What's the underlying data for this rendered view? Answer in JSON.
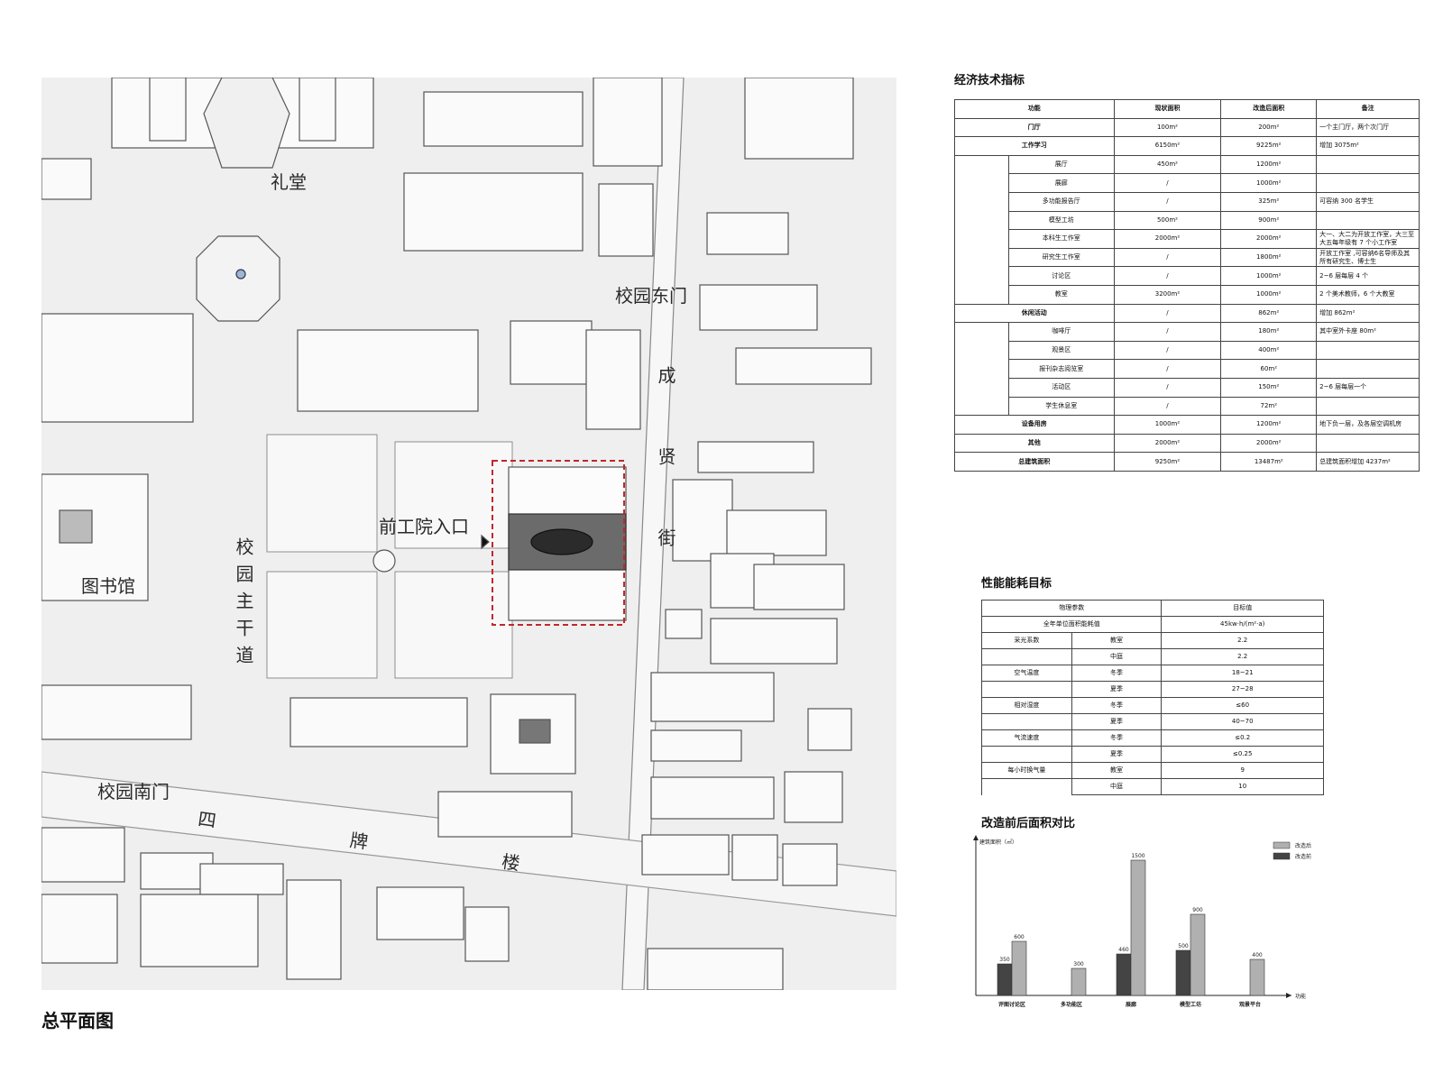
{
  "map": {
    "labels": {
      "hall": "礼堂",
      "east_gate": "校园东门",
      "front_entrance": "前工院入口",
      "library": "图书馆",
      "main_road": "校园主干道",
      "south_gate": "校园南门",
      "street_east": "成贤街",
      "street_south": "四牌楼"
    },
    "colors": {
      "ground": "#efefef",
      "building": "#fafafa",
      "outline": "#555555",
      "site_frame": "#c0272d"
    }
  },
  "plan_title": "总平面图",
  "indicators": {
    "title": "经济技术指标",
    "headers": [
      "功能",
      "现状面积",
      "改造后面积",
      "备注"
    ],
    "rows": [
      {
        "group": "门厅",
        "name": "",
        "current": "100m²",
        "after": "200m²",
        "note": "一个主门厅，两个次门厅"
      },
      {
        "group": "工作学习",
        "name": "",
        "current": "6150m²",
        "after": "9225m²",
        "note": "增加 3075m²"
      },
      {
        "group": "",
        "name": "展厅",
        "current": "450m²",
        "after": "1200m²",
        "note": ""
      },
      {
        "group": "",
        "name": "展廊",
        "current": "/",
        "after": "1000m²",
        "note": ""
      },
      {
        "group": "",
        "name": "多功能报告厅",
        "current": "/",
        "after": "325m²",
        "note": "可容纳 300 名学生"
      },
      {
        "group": "",
        "name": "模型工坊",
        "current": "500m²",
        "after": "900m²",
        "note": ""
      },
      {
        "group": "",
        "name": "本科生工作室",
        "current": "2000m²",
        "after": "2000m²",
        "note": "大一、大二为开放工作室，大三至大五每年级有 7 个小工作室"
      },
      {
        "group": "",
        "name": "研究生工作室",
        "current": "/",
        "after": "1800m²",
        "note": "开放工作室 ,可容纳6名导师及其所有研究生、博士生"
      },
      {
        "group": "",
        "name": "讨论区",
        "current": "/",
        "after": "1000m²",
        "note": "2~6 层每层 4 个"
      },
      {
        "group": "",
        "name": "教室",
        "current": "3200m²",
        "after": "1000m²",
        "note": "2 个美术教师，6 个大教室"
      },
      {
        "group": "休闲活动",
        "name": "",
        "current": "/",
        "after": "862m²",
        "note": "增加 862m²"
      },
      {
        "group": "",
        "name": "咖啡厅",
        "current": "/",
        "after": "180m²",
        "note": "其中室外卡座 80m²"
      },
      {
        "group": "",
        "name": "观景区",
        "current": "/",
        "after": "400m²",
        "note": ""
      },
      {
        "group": "",
        "name": "报刊杂志阅览室",
        "current": "/",
        "after": "60m²",
        "note": ""
      },
      {
        "group": "",
        "name": "活动区",
        "current": "/",
        "after": "150m²",
        "note": "2~6 层每层一个"
      },
      {
        "group": "",
        "name": "学生休息室",
        "current": "/",
        "after": "72m²",
        "note": ""
      },
      {
        "group": "设备用房",
        "name": "",
        "current": "1000m²",
        "after": "1200m²",
        "note": "地下负一层，及各层空调机房"
      },
      {
        "group": "其他",
        "name": "",
        "current": "2000m²",
        "after": "2000m²",
        "note": ""
      },
      {
        "group": "总建筑面积",
        "name": "",
        "current": "9250m²",
        "after": "13487m²",
        "note": "总建筑面积增加 4237m²"
      }
    ]
  },
  "performance": {
    "title": "性能能耗目标",
    "headers": [
      "物理参数",
      "目标值"
    ],
    "energy_label": "全年单位面积能耗值",
    "energy_value": "45kw·h/(m²·a)",
    "rows": [
      {
        "param": "采光系数",
        "sub": "教室",
        "value": "2.2"
      },
      {
        "param": "",
        "sub": "中庭",
        "value": "2.2"
      },
      {
        "param": "空气温度",
        "sub": "冬季",
        "value": "18~21"
      },
      {
        "param": "",
        "sub": "夏季",
        "value": "27~28"
      },
      {
        "param": "相对湿度",
        "sub": "冬季",
        "value": "≤60"
      },
      {
        "param": "",
        "sub": "夏季",
        "value": "40~70"
      },
      {
        "param": "气流速度",
        "sub": "冬季",
        "value": "≤0.2"
      },
      {
        "param": "",
        "sub": "夏季",
        "value": "≤0.25"
      },
      {
        "param": "每小时换气量",
        "sub": "教室",
        "value": "9"
      },
      {
        "param": "",
        "sub": "中庭",
        "value": "10"
      }
    ]
  },
  "area_compare": {
    "title": "改造前后面积对比",
    "chart_data": {
      "type": "bar",
      "title": "改造前后面积对比",
      "ylabel": "建筑面积（㎡）",
      "xlabel": "功能",
      "categories": [
        "评图讨论区",
        "多功能区",
        "展廊",
        "模型工坊",
        "观景平台"
      ],
      "series": [
        {
          "name": "改造前",
          "color": "#444444",
          "values": [
            350,
            null,
            460,
            500,
            null
          ]
        },
        {
          "name": "改造后",
          "color": "#b0b0b0",
          "values": [
            600,
            300,
            1500,
            900,
            400
          ]
        }
      ],
      "ylim": [
        0,
        1700
      ],
      "legend": "top-right"
    }
  }
}
